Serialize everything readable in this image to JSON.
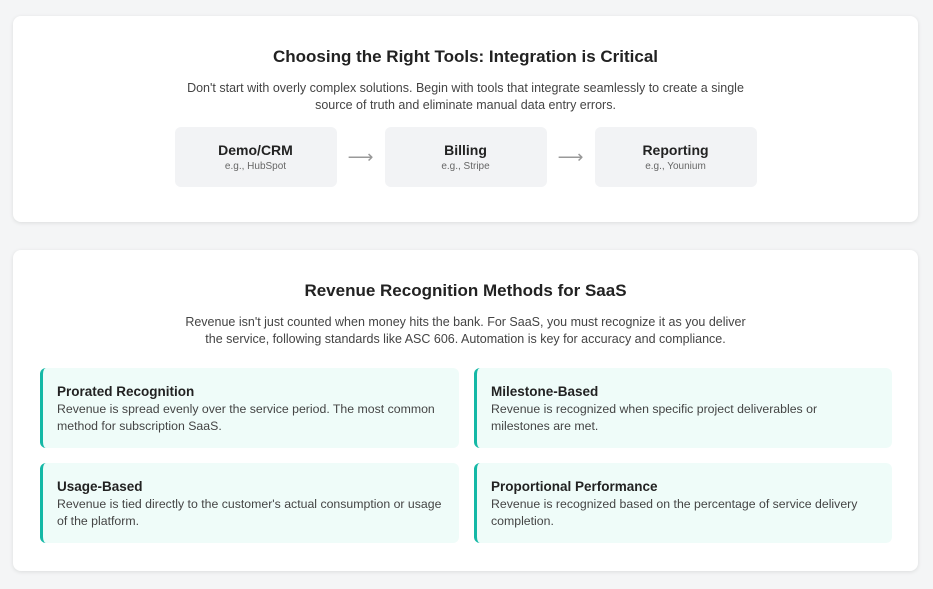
{
  "tools": {
    "title": "Choosing the Right Tools: Integration is Critical",
    "description": "Don't start with overly complex solutions. Begin with tools that integrate seamlessly to create a single source of truth and eliminate manual data entry errors.",
    "arrow": "⟶",
    "steps": [
      {
        "title": "Demo/CRM",
        "example": "e.g., HubSpot"
      },
      {
        "title": "Billing",
        "example": "e.g., Stripe"
      },
      {
        "title": "Reporting",
        "example": "e.g., Younium"
      }
    ]
  },
  "revenue": {
    "title": "Revenue Recognition Methods for SaaS",
    "description": "Revenue isn't just counted when money hits the bank. For SaaS, you must recognize it as you deliver the service, following standards like ASC 606. Automation is key for accuracy and compliance.",
    "methods": [
      {
        "title": "Prorated Recognition",
        "description": "Revenue is spread evenly over the service period. The most common method for subscription SaaS."
      },
      {
        "title": "Milestone-Based",
        "description": "Revenue is recognized when specific project deliverables or milestones are met."
      },
      {
        "title": "Usage-Based",
        "description": "Revenue is tied directly to the customer's actual consumption or usage of the platform."
      },
      {
        "title": "Proportional Performance",
        "description": "Revenue is recognized based on the percentage of service delivery completion."
      }
    ]
  },
  "colors": {
    "accent": "#14b8a6",
    "method_bg": "#effcf9"
  }
}
